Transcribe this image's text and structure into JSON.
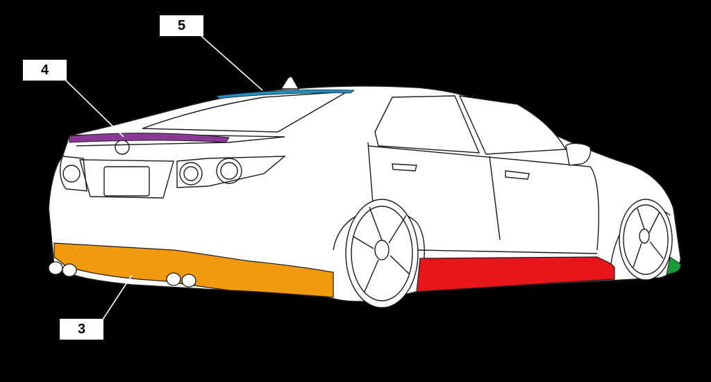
{
  "callouts": {
    "part_5": "5",
    "part_4": "4",
    "part_3": "3"
  },
  "colors": {
    "background": "#000000",
    "body_fill": "#ffffff",
    "outline": "#1a1a1a",
    "rear_bumper": "#f29a0e",
    "side_skirt": "#e8161b",
    "trunk_spoiler": "#8a3a96",
    "roof_spoiler": "#1e8fc0",
    "front_lip": "#1a9a3a"
  }
}
